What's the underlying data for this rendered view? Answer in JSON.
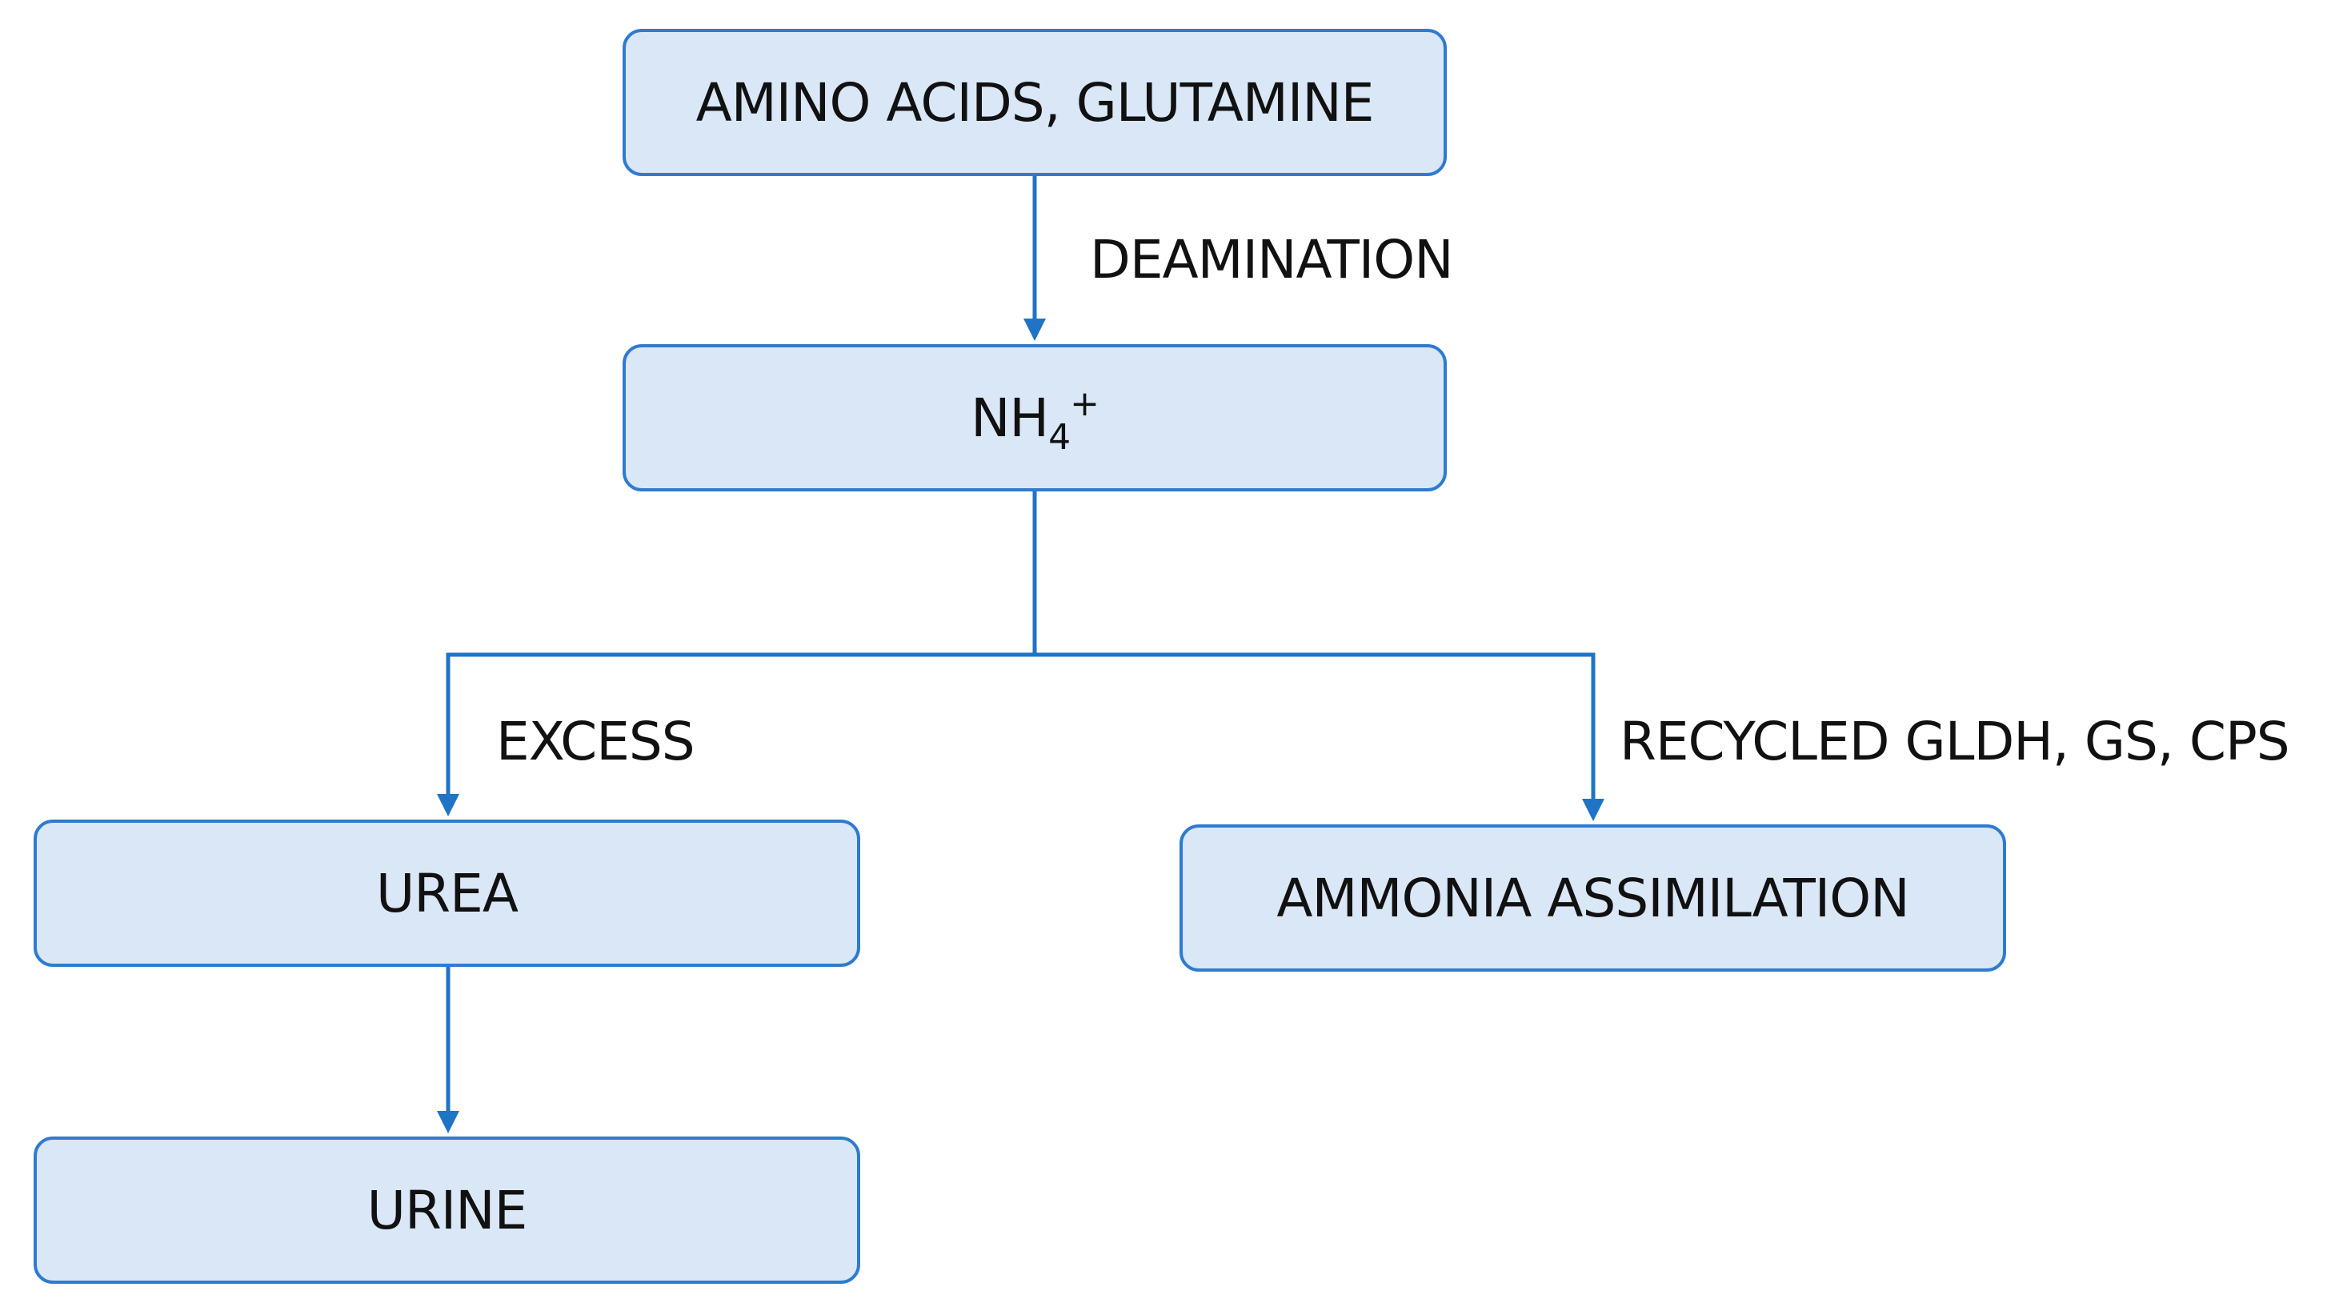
{
  "nodes": {
    "amino_acids": "AMINO ACIDS, GLUTAMINE",
    "nh4": {
      "base": "NH",
      "subscript": "4",
      "superscript": "+"
    },
    "urea": "UREA",
    "ammonia_assimilation": "AMMONIA ASSIMILATION",
    "urine": "URINE"
  },
  "edge_labels": {
    "deamination": "DEAMINATION",
    "excess": "EXCESS",
    "recycled": "RECYCLED GLDH, GS, CPS"
  },
  "colors": {
    "node_fill": "#dae7f7",
    "node_border": "#2e7bd0",
    "connector": "#1f74c6",
    "text": "#111111"
  }
}
